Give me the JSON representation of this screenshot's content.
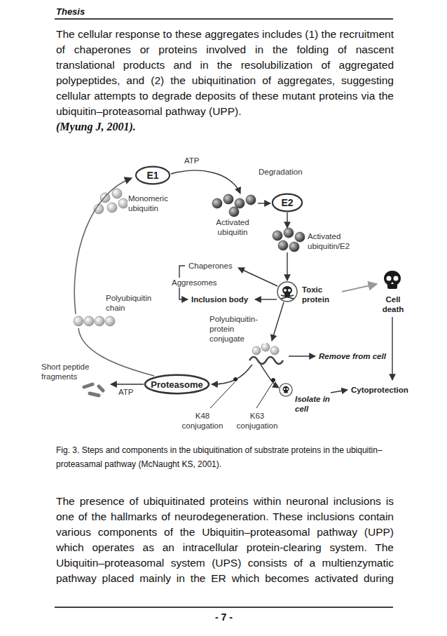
{
  "diagram": {
    "caption": "Fig. 3. Steps and components in the ubiquitination of substrate proteins in the ubiquitin–proteasamal pathway (McNaught KS, 2001).",
    "nodes": [
      {
        "text": [
          "E1"
        ]
      },
      {
        "text": [
          "E2"
        ]
      },
      {
        "text": [
          "Proteasome"
        ]
      }
    ],
    "labels": [
      "Thesis",
      "The cellular response to these aggregates includes (1) the recruitment of chaperones or proteins involved in the folding of nascent translational products and in the resolubilization of aggregated polypeptides, and (2) the ubiquitination of aggregates, suggesting cellular attempts to degrade deposits of these mutant proteins via the ubiquitin–proteasomal pathway (UPP).",
      "(Myung J, 2001).",
      "ATP",
      "Degradation",
      "Monomeric ubiquitin",
      "Activated ubiquitin",
      "Activated ubiquitin/E2",
      "Chaperones",
      "Aggresomes",
      "Inclusion body",
      "Toxic protein",
      "Cell death",
      "Polyubiquitin chain",
      "Polyubiquitin-protein conjugate",
      "Remove from cell",
      "Short peptide fragments",
      "ATP",
      "K48 conjugation",
      "K63 conjugation",
      "Isolate in cell",
      "Cytoprotection",
      "The presence of ubiquitinated proteins within neuronal inclusions is one of the hallmarks of neurodegeneration. These inclusions contain various components of the Ubiquitin–proteasomal pathway (UPP) which operates as an intracellular protein-clearing system. The Ubiquitin–proteasomal system (UPS) consists of a multienzymatic pathway placed mainly in the ER which becomes activated during",
      "- 7 -"
    ]
  }
}
